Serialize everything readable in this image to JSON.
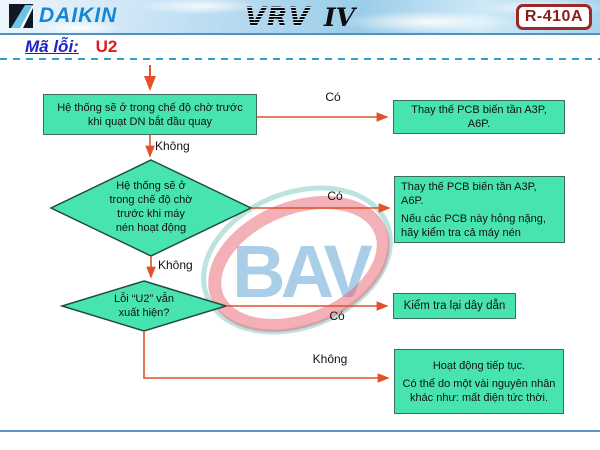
{
  "header": {
    "brand": "DAIKIN",
    "model": "VRV",
    "model_generation": "IV",
    "refrigerant_badge": "R-410A"
  },
  "error": {
    "label": "Mã lỗi:",
    "code": "U2"
  },
  "watermark_text": "BAV",
  "labels": {
    "yes": "Có",
    "no": "Không"
  },
  "nodes": {
    "start_process": {
      "lines": [
        "Hệ thống sẽ ở trong chế độ chờ trước",
        "khi quạt DN bắt đầu quay"
      ]
    },
    "decision_compressor": {
      "lines": [
        "Hệ thống sẽ ở",
        "trong chế độ chờ",
        "trước khi máy",
        "nén hoạt động"
      ]
    },
    "decision_error_persists": {
      "lines": [
        "Lỗi “U2” vẫn",
        "xuất hiện?"
      ]
    },
    "action_replace_pcb": {
      "lines": [
        "Thay thế PCB biến tần A3P,",
        "A6P."
      ]
    },
    "action_replace_pcb_check": {
      "paragraphs": [
        "Thay thế PCB biến tần A3P, A6P.",
        "Nếu các PCB này hỏng nặng, hãy kiểm tra cả máy nén"
      ]
    },
    "action_check_wiring": {
      "text": "Kiểm tra lại dây dẫn"
    },
    "action_continue": {
      "paragraphs": [
        "Hoạt động tiếp tục.",
        "Có thể do một vài nguyên nhân khác như: mất điện tức thời."
      ]
    }
  },
  "colors": {
    "node_fill": "#47e4b2",
    "node_border": "#3c6f5e",
    "arrow_red": "#e0512c",
    "brand_blue": "#1686d2",
    "badge_red": "#8c1d1d",
    "error_label_blue": "#2020cc",
    "error_code_red": "#d42020",
    "separator_teal": "#2ba4c8",
    "rule_blue": "#5e94c8",
    "watermark_blue": "#7db4dc",
    "watermark_pink": "#e7616f"
  }
}
